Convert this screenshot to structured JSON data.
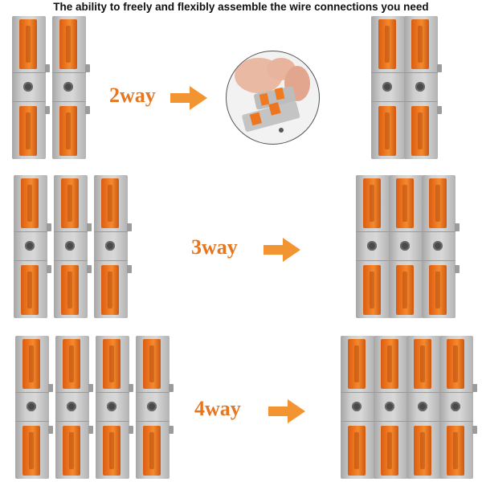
{
  "headline": "The ability to freely and flexibly assemble the wire connections you need",
  "rows": [
    {
      "label": "2way",
      "count": 2
    },
    {
      "label": "3way",
      "count": 3
    },
    {
      "label": "4way",
      "count": 4
    }
  ],
  "colors": {
    "lever": "#f07a22",
    "body": "#cfcfcf",
    "label": "#e8761e",
    "arrow": "#f39433"
  },
  "icons": [
    "right-arrow-icon",
    "hand-photo"
  ]
}
